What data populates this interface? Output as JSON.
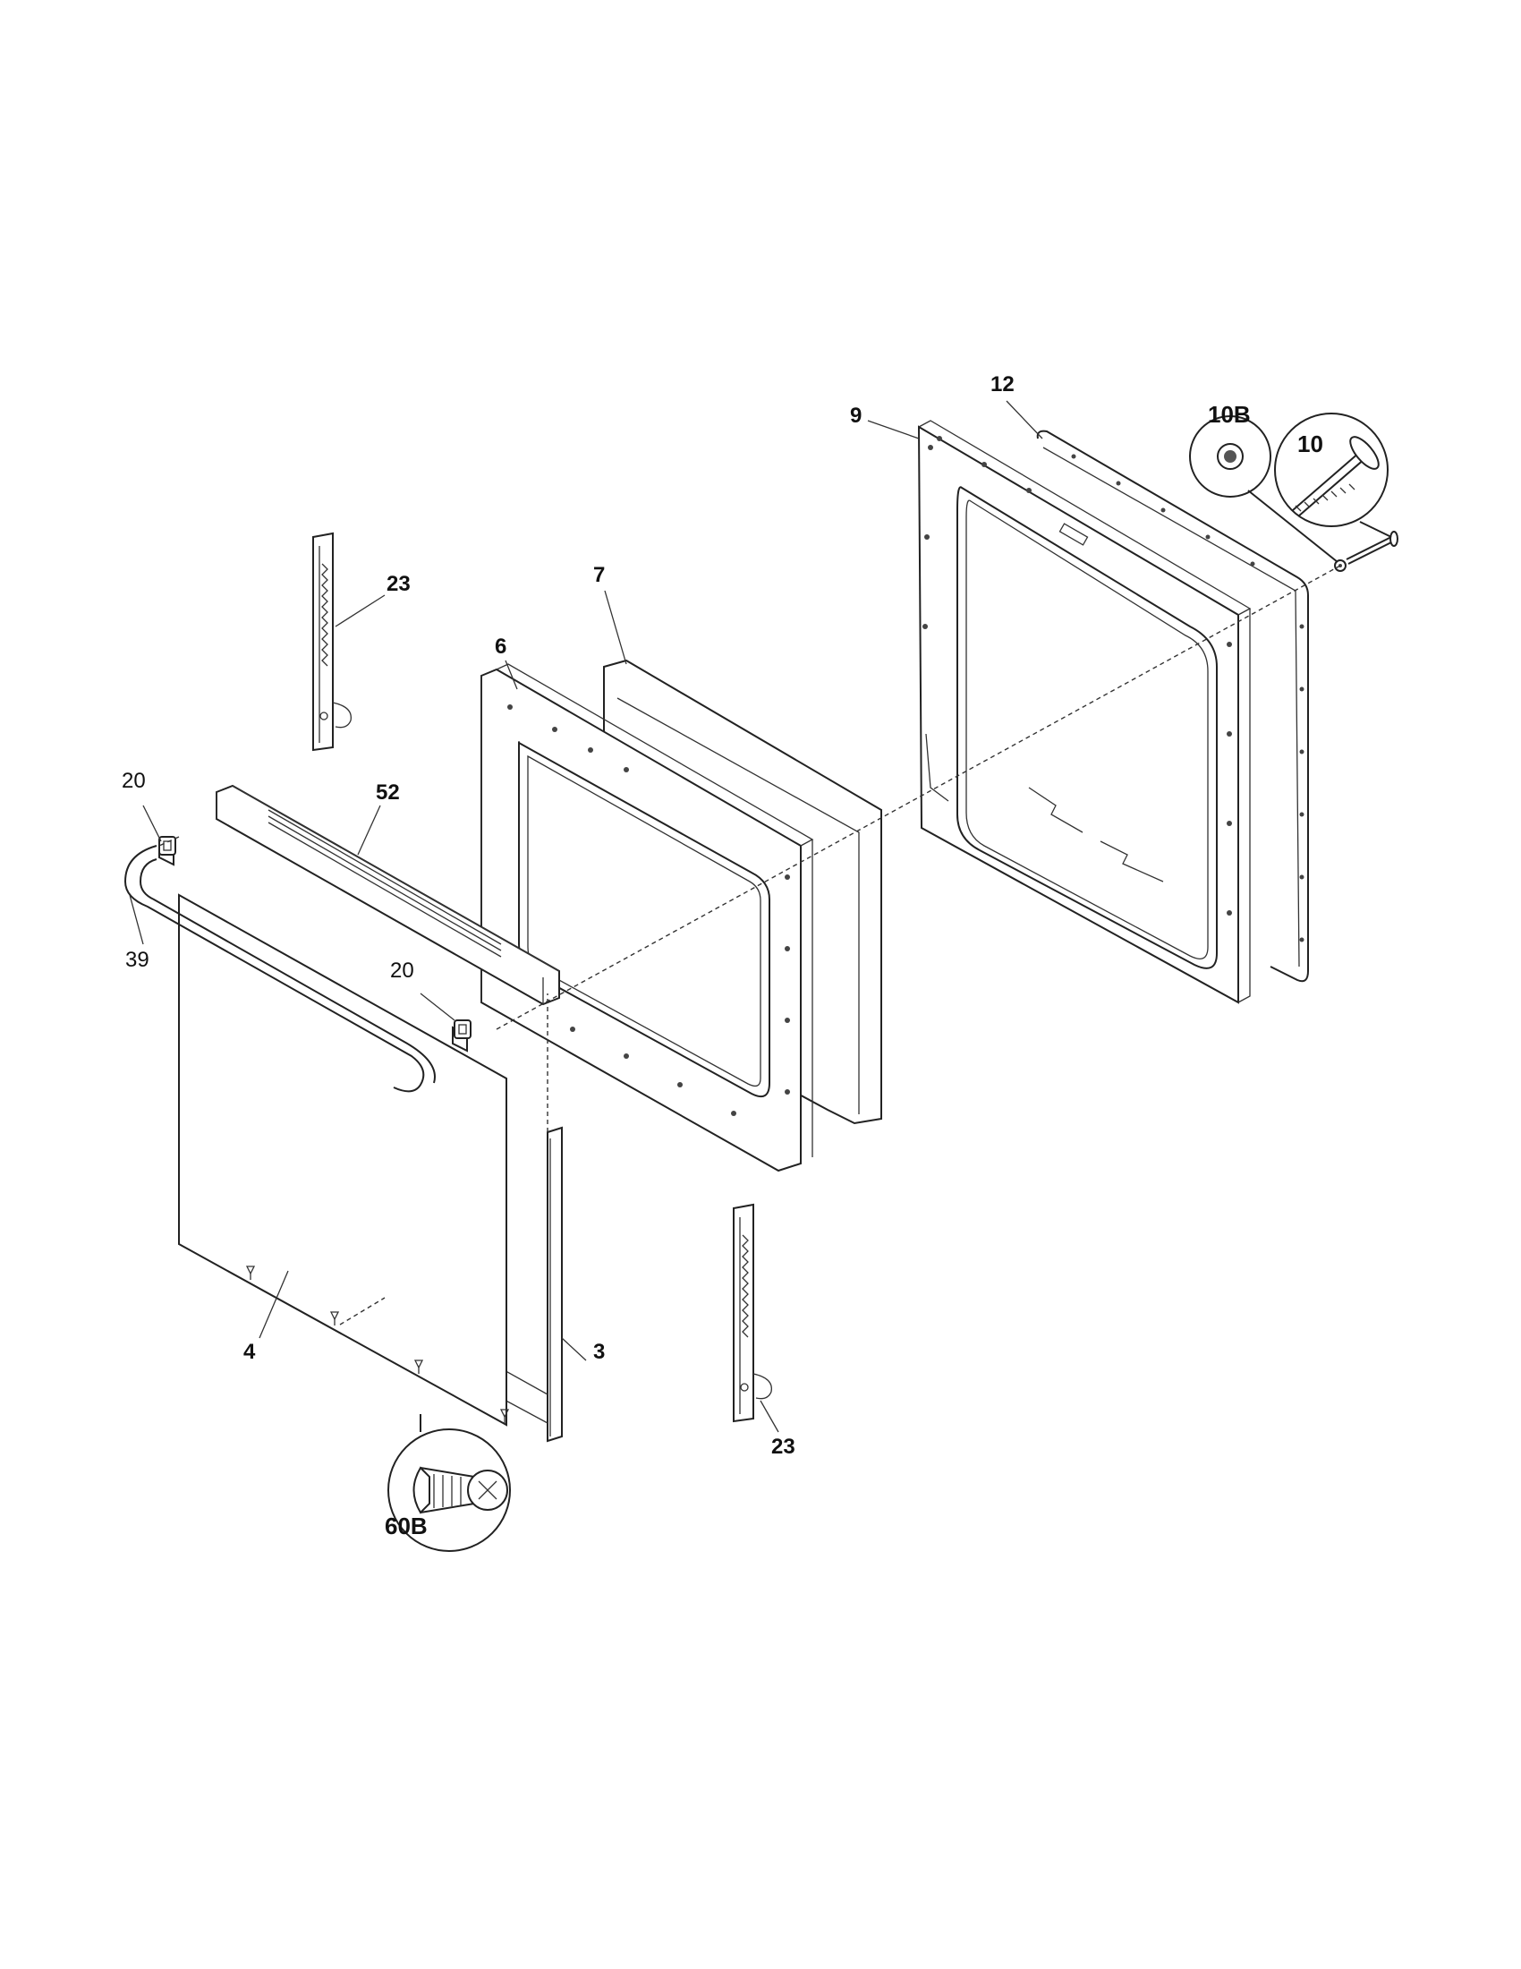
{
  "diagram": {
    "labels": {
      "p3": "3",
      "p4": "4",
      "p6": "6",
      "p7": "7",
      "p9": "9",
      "p10": "10",
      "p10b": "10B",
      "p12": "12",
      "p20a": "20",
      "p20b": "20",
      "p23a": "23",
      "p23b": "23",
      "p39": "39",
      "p52": "52",
      "p60b": "60B"
    },
    "colors": {
      "line": "#222222",
      "background": "#ffffff"
    }
  }
}
